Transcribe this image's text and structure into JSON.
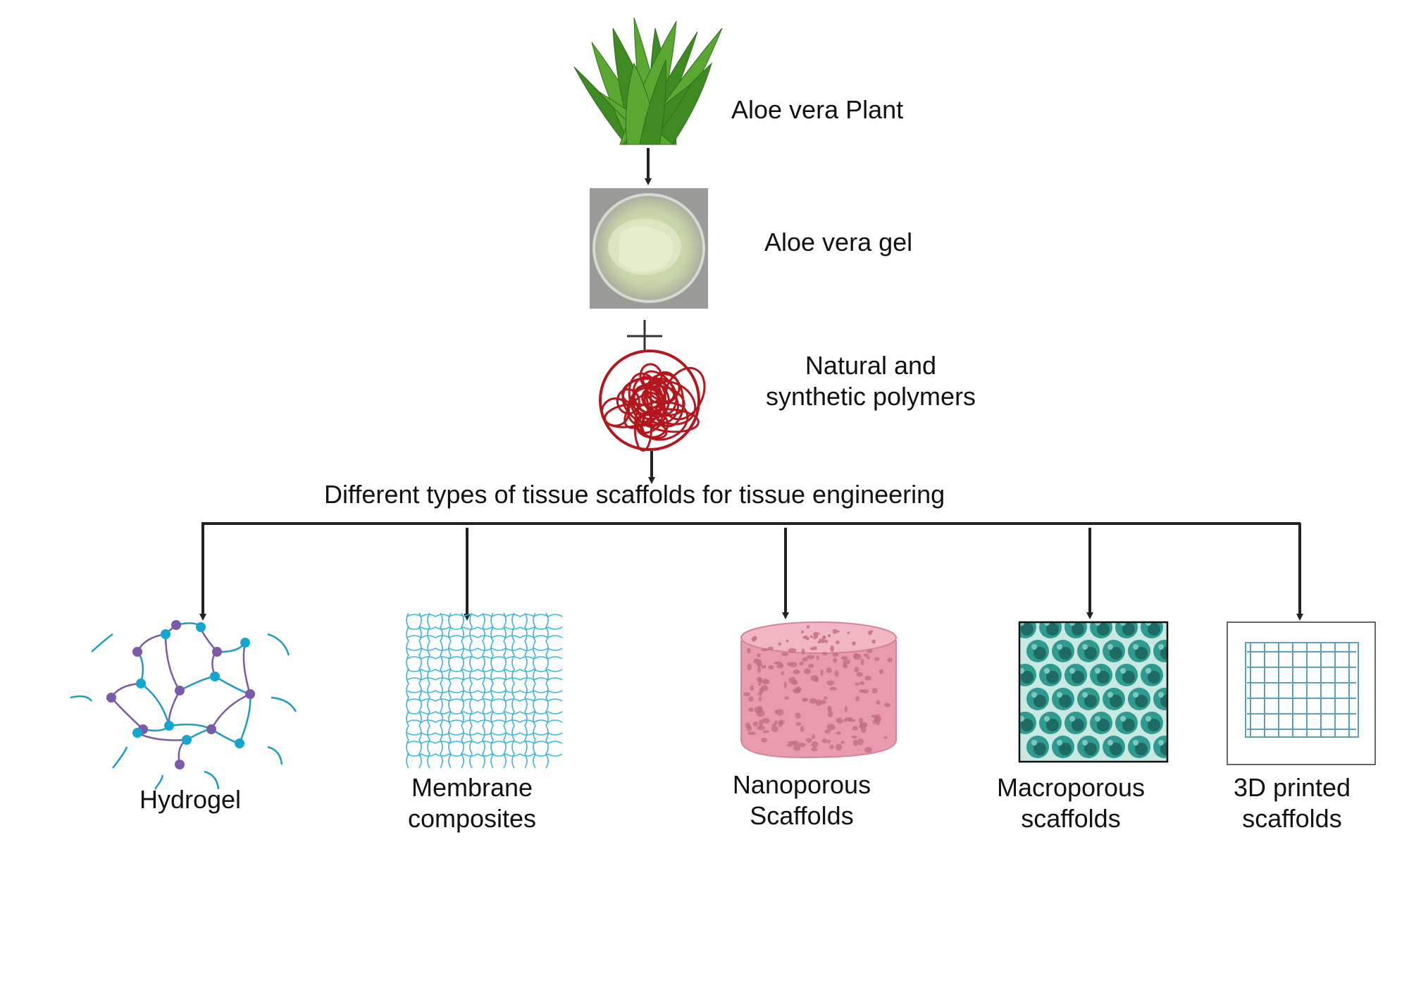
{
  "steps": {
    "plant": {
      "label": "Aloe vera Plant",
      "icon": "aloe-vera-plant-icon"
    },
    "gel": {
      "label": "Aloe vera gel",
      "icon": "aloe-vera-gel-dish-icon"
    },
    "plus": {
      "icon": "plus-icon"
    },
    "polymers": {
      "line1": "Natural and",
      "line2": "synthetic polymers",
      "icon": "polymer-ball-icon"
    }
  },
  "heading": "Different types of tissue scaffolds for tissue engineering",
  "scaffolds": [
    {
      "line1": "Hydrogel",
      "line2": "",
      "icon": "hydrogel-network-icon"
    },
    {
      "line1": "Membrane",
      "line2": "composites",
      "icon": "membrane-mesh-icon"
    },
    {
      "line1": "Nanoporous",
      "line2": "Scaffolds",
      "icon": "nanoporous-cylinder-icon"
    },
    {
      "line1": "Macroporous",
      "line2": "scaffolds",
      "icon": "macroporous-foam-icon"
    },
    {
      "line1": "3D printed",
      "line2": "scaffolds",
      "icon": "3d-printed-grid-icon"
    }
  ],
  "colors": {
    "arrow": "#222222",
    "plant": "#4f9a2a",
    "polymer": "#b3161c",
    "hydrogel_line": "#1f9bc2",
    "hydrogel_purple": "#7b5aa8",
    "hydrogel_cyan": "#12a6d0",
    "membrane": "#3ab3d6",
    "nanoporous": "#e8a3b4",
    "macroporous": "#2f9a90",
    "printed_grid": "#5aa0b8"
  }
}
